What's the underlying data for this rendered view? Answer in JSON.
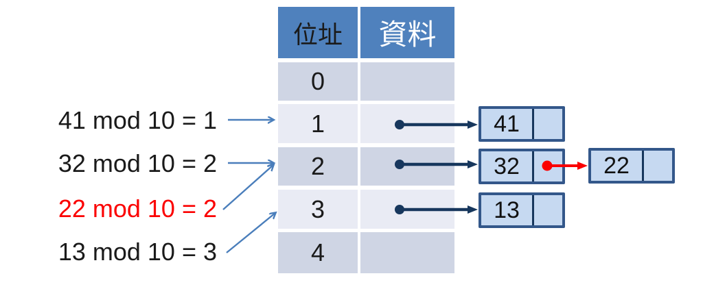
{
  "annotations": [
    {
      "text": "41 mod 10 = 1",
      "color": "#1a1a1a",
      "target_bucket": "1"
    },
    {
      "text": "32 mod 10 = 2",
      "color": "#1a1a1a",
      "target_bucket": "2"
    },
    {
      "text": "22 mod 10 = 2",
      "color": "#fb0000",
      "target_bucket": "2"
    },
    {
      "text": "13 mod 10 = 3",
      "color": "#1a1a1a",
      "target_bucket": "3"
    }
  ],
  "table": {
    "headers": [
      {
        "label": "位址"
      },
      {
        "label": "資料"
      }
    ],
    "rows": [
      {
        "address": "0",
        "has_pointer": false
      },
      {
        "address": "1",
        "has_pointer": true
      },
      {
        "address": "2",
        "has_pointer": true
      },
      {
        "address": "3",
        "has_pointer": true
      },
      {
        "address": "4",
        "has_pointer": false
      }
    ]
  },
  "nodes": [
    {
      "value": "41",
      "bucket": "1",
      "next": null
    },
    {
      "value": "32",
      "bucket": "2",
      "next": "22"
    },
    {
      "value": "22",
      "bucket": "2",
      "next": null
    },
    {
      "value": "13",
      "bucket": "3",
      "next": null
    }
  ],
  "colors": {
    "header_fill": "#4f81bd",
    "header_text": "#ffffff",
    "row_band_dark": "#cfd5e4",
    "row_band_light": "#e9ebf4",
    "node_fill": "#c6d9f1",
    "node_border": "#33578a",
    "pointer_arrow": "#17375d",
    "collision_arrow": "#fb0000",
    "annotation_arrow": "#4a7ebb"
  }
}
